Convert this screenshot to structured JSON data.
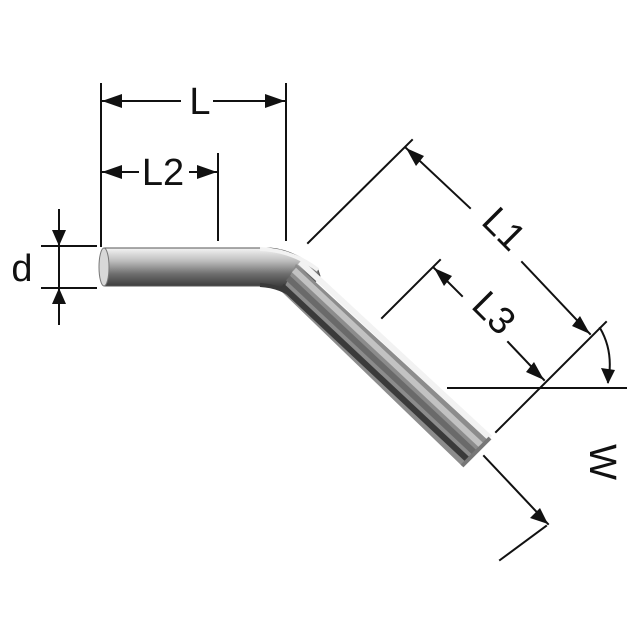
{
  "labels": {
    "l": "L",
    "l1": "L1",
    "l2": "L2",
    "l3": "L3",
    "d": "d",
    "w": "W"
  }
}
